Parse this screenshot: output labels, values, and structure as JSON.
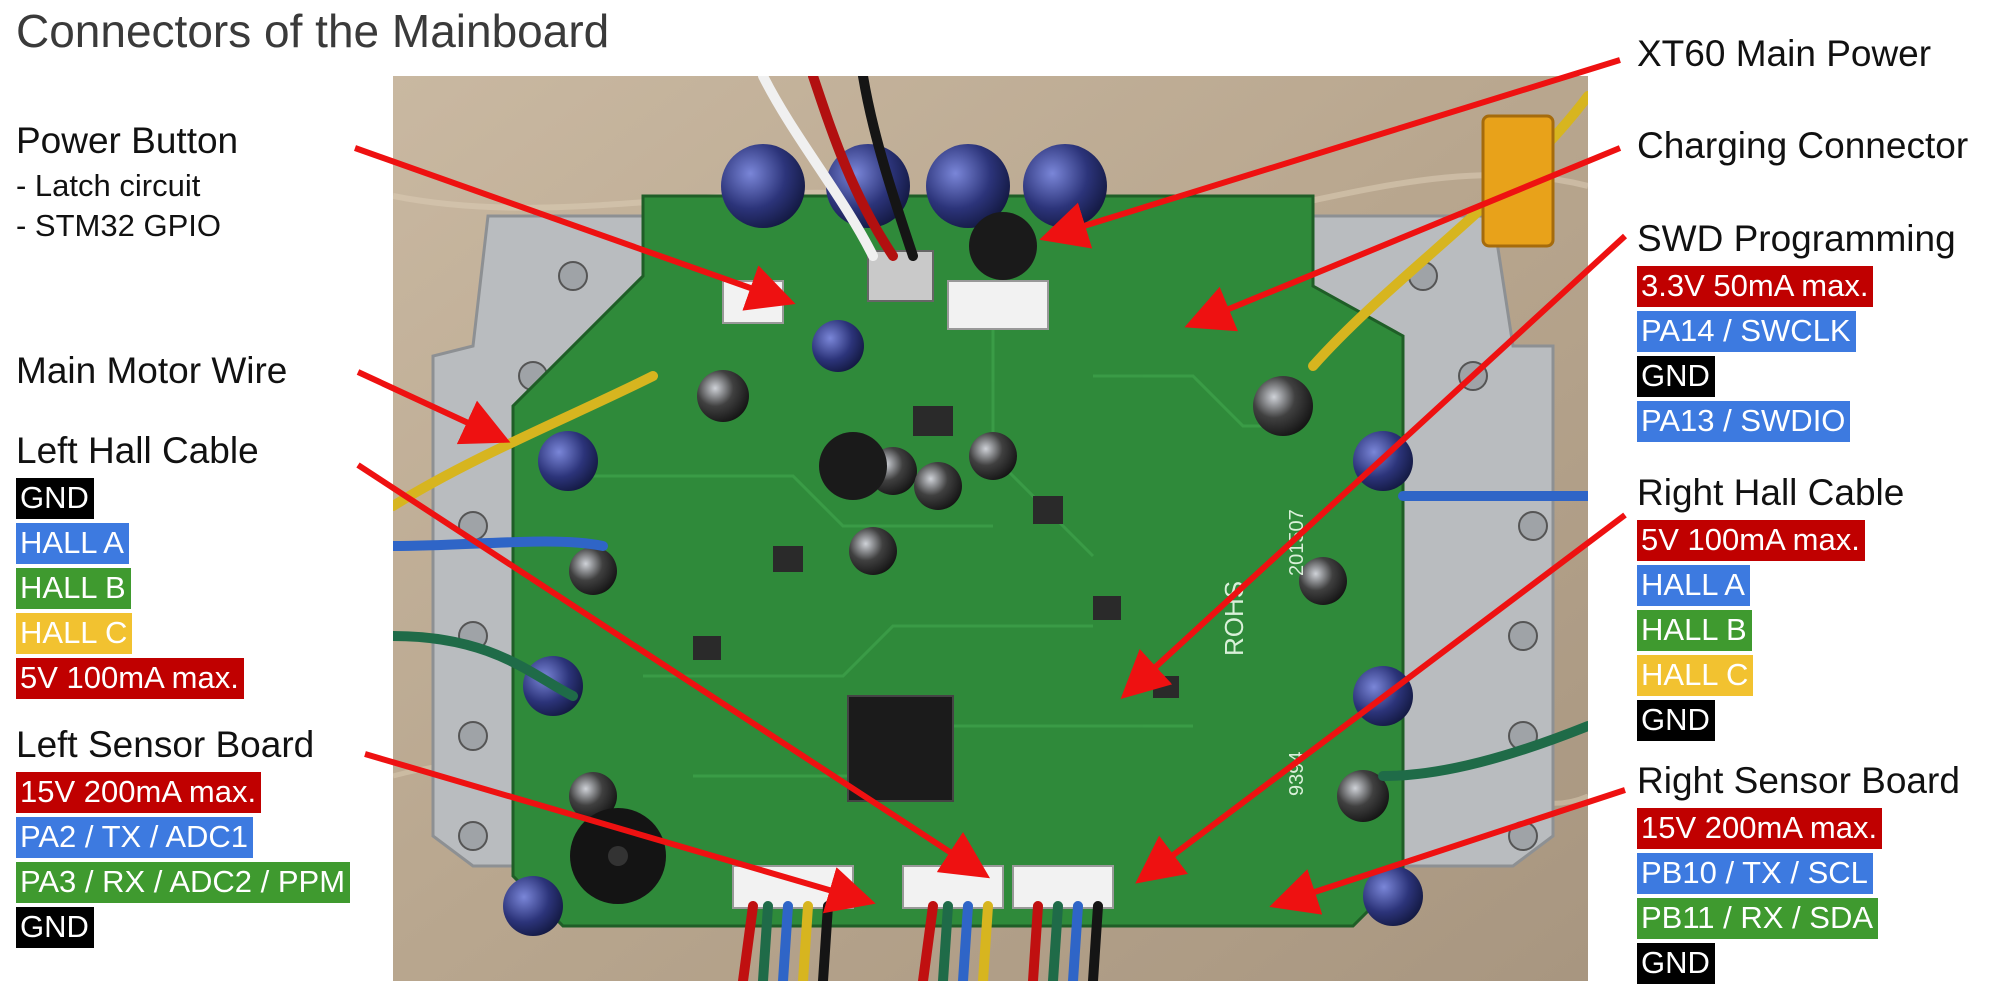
{
  "title": "Connectors of the Mainboard",
  "colors": {
    "red": "#c00000",
    "blue": "#3d7ae0",
    "green": "#3f9a2f",
    "yellow": "#f2c230",
    "black": "#000000",
    "arrow": "#ee1111",
    "pcb": "#2f8a3a"
  },
  "left": {
    "power_button": {
      "title": "Power Button",
      "notes": [
        "- Latch circuit",
        "- STM32 GPIO"
      ]
    },
    "main_motor": {
      "title": "Main Motor Wire"
    },
    "left_hall": {
      "title": "Left Hall Cable",
      "pins": [
        {
          "text": "GND",
          "color": "black"
        },
        {
          "text": "HALL A",
          "color": "blue"
        },
        {
          "text": "HALL B",
          "color": "green"
        },
        {
          "text": "HALL C",
          "color": "yellow"
        },
        {
          "text": "5V 100mA max.",
          "color": "red"
        }
      ]
    },
    "left_sensor": {
      "title": "Left Sensor Board",
      "pins": [
        {
          "text": "15V 200mA max.",
          "color": "red"
        },
        {
          "text": "PA2 / TX  / ADC1",
          "color": "blue"
        },
        {
          "text": "PA3 / RX / ADC2 / PPM",
          "color": "green"
        },
        {
          "text": "GND",
          "color": "black"
        }
      ]
    }
  },
  "right": {
    "xt60": {
      "title": "XT60 Main Power"
    },
    "charging": {
      "title": "Charging Connector"
    },
    "swd": {
      "title": "SWD Programming",
      "pins": [
        {
          "text": "3.3V 50mA max.",
          "color": "red"
        },
        {
          "text": "PA14 / SWCLK",
          "color": "blue"
        },
        {
          "text": "GND",
          "color": "black"
        },
        {
          "text": "PA13 / SWDIO",
          "color": "blue"
        }
      ]
    },
    "right_hall": {
      "title": "Right Hall Cable",
      "pins": [
        {
          "text": "5V 100mA max.",
          "color": "red"
        },
        {
          "text": "HALL A",
          "color": "blue"
        },
        {
          "text": "HALL B",
          "color": "green"
        },
        {
          "text": "HALL C",
          "color": "yellow"
        },
        {
          "text": "GND",
          "color": "black"
        }
      ]
    },
    "right_sensor": {
      "title": "Right Sensor Board",
      "pins": [
        {
          "text": "15V 200mA max.",
          "color": "red"
        },
        {
          "text": "PB10 / TX  / SCL",
          "color": "blue"
        },
        {
          "text": "PB11 / RX / SDA",
          "color": "green"
        },
        {
          "text": "GND",
          "color": "black"
        }
      ]
    }
  },
  "board_silkscreen": [
    "ROHS",
    "201507",
    "9394"
  ]
}
